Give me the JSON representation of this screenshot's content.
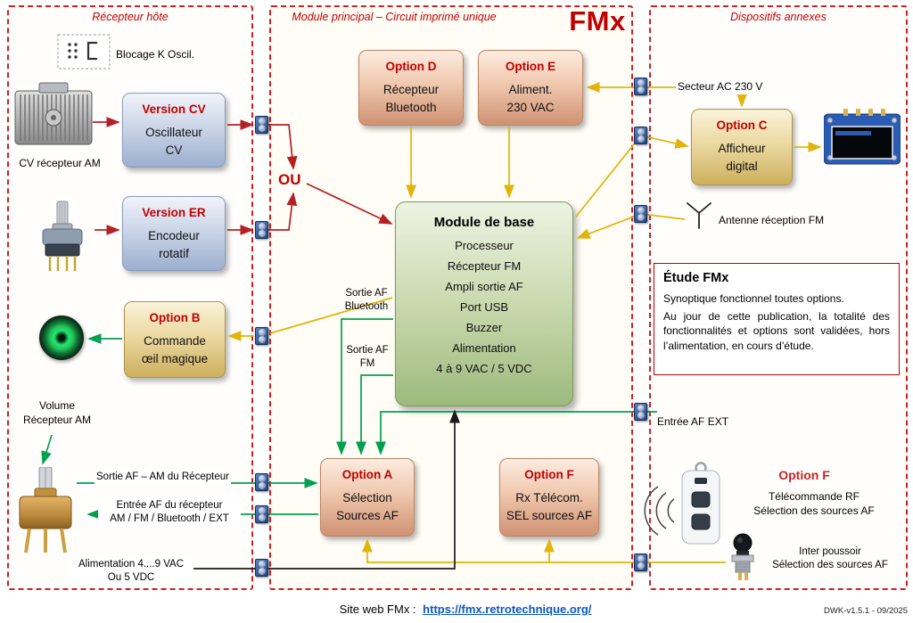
{
  "colors": {
    "accent_red": "#c00000",
    "arrow_red": "#b42025",
    "arrow_yellow": "#e0b40a",
    "arrow_green": "#00a050",
    "arrow_black": "#1a1a1a",
    "link_blue": "#0a58c0"
  },
  "left_panel": {
    "title": "Récepteur hôte",
    "blocage_label": "Blocage K Oscil.",
    "cv_caption": "CV récepteur AM",
    "version_cv": {
      "title": "Version CV",
      "body": "Oscillateur\nCV"
    },
    "version_er": {
      "title": "Version ER",
      "body": "Encodeur\nrotatif"
    },
    "option_b": {
      "title": "Option B",
      "body": "Commande\nœil magique"
    },
    "volume_label": "Volume\nRécepteur AM",
    "sortie_af_am": "Sortie AF – AM du Récepteur",
    "entree_af": "Entrée AF du récepteur\nAM / FM / Bluetooth / EXT",
    "alim": "Alimentation 4....9 VAC\nOu 5 VDC"
  },
  "middle_panel": {
    "title": "Module principal – Circuit imprimé unique",
    "logo": "FMx",
    "ou": "OU",
    "option_d": {
      "title": "Option D",
      "body": "Récepteur\nBluetooth"
    },
    "option_e": {
      "title": "Option E",
      "body": "Aliment.\n230 VAC"
    },
    "module_base": {
      "title": "Module de base",
      "items": [
        "Processeur",
        "Récepteur FM",
        "Ampli sortie AF",
        "Port USB",
        "Buzzer",
        "Alimentation",
        "4 à 9 VAC / 5 VDC"
      ]
    },
    "sortie_af_bluetooth": "Sortie AF\nBluetooth",
    "sortie_af_fm": "Sortie AF\nFM",
    "option_a": {
      "title": "Option A",
      "body": "Sélection\nSources AF"
    },
    "option_f": {
      "title": "Option F",
      "body": "Rx Télécom.\nSEL sources AF"
    }
  },
  "right_panel": {
    "title": "Dispositifs annexes",
    "secteur": "Secteur AC 230 V",
    "option_c": {
      "title": "Option C",
      "body": "Afficheur\ndigital"
    },
    "antenne": "Antenne réception FM",
    "etude": {
      "title": "Étude FMx",
      "line1": "Synoptique fonctionnel toutes options.",
      "line2": "Au jour de cette publication, la totalité des fonctionnalités et options sont validées, hors l’alimentation, en cours d’étude."
    },
    "entree_af_ext": "Entrée AF EXT",
    "option_f_title": "Option F",
    "telecommande": "Télécommande RF\nSélection des sources AF",
    "inter_poussoir": "Inter poussoir\nSélection des sources AF"
  },
  "footer": {
    "site_label": "Site web FMx :",
    "site_url": "https://fmx.retrotechnique.org/",
    "version": "DWK-v1.5.1 - 09/2025"
  }
}
